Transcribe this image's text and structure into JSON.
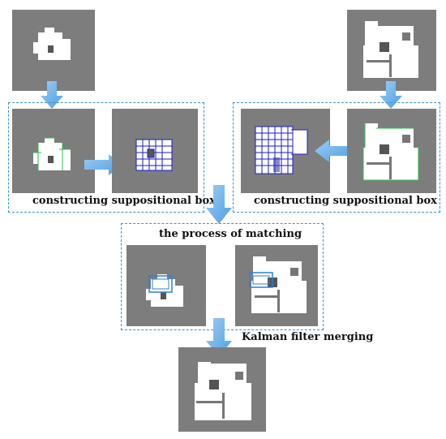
{
  "labels": {
    "left_group": "constructing suppositional box",
    "right_group": "constructing suppositional box",
    "matching_group": "the process of matching",
    "merge_step": "Kalman filter merging"
  },
  "colors": {
    "tile_background": "#7d7d7d",
    "map_free_space": "#ffffff",
    "suppositional_box_lines": "#1a1acc",
    "matching_box": "#2f7fd6",
    "arrow_fill": "#6fb4ec",
    "dashed_frame": "#3f8fd0",
    "edge_feature": "#2bbf4a"
  },
  "icons": [
    "down-arrow-icon",
    "right-arrow-icon",
    "left-arrow-icon"
  ]
}
